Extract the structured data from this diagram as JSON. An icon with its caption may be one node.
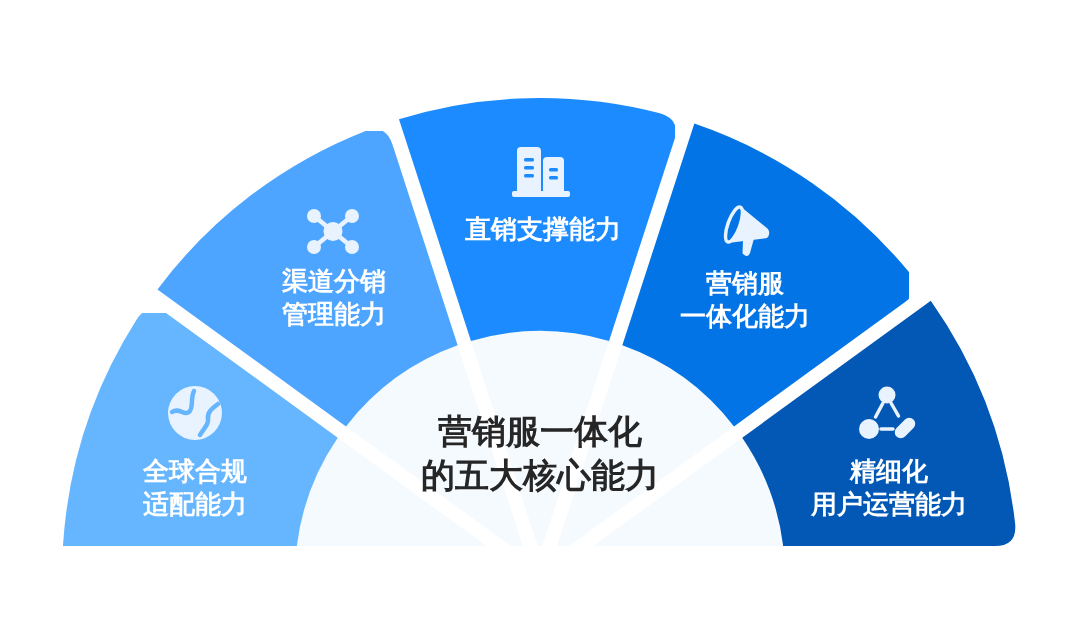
{
  "diagram": {
    "nodes": [
      {
        "text": [
          "营销服一体化的五大核心能力"
        ]
      },
      {
        "text": [
          "全球合规适配能力"
        ]
      },
      {
        "text": [
          "渠道分销管理能力"
        ]
      },
      {
        "text": [
          "直销支撑能力"
        ]
      },
      {
        "text": [
          "营销服一体化能力"
        ]
      },
      {
        "text": [
          "精细化用户运营能力"
        ]
      }
    ]
  }
}
